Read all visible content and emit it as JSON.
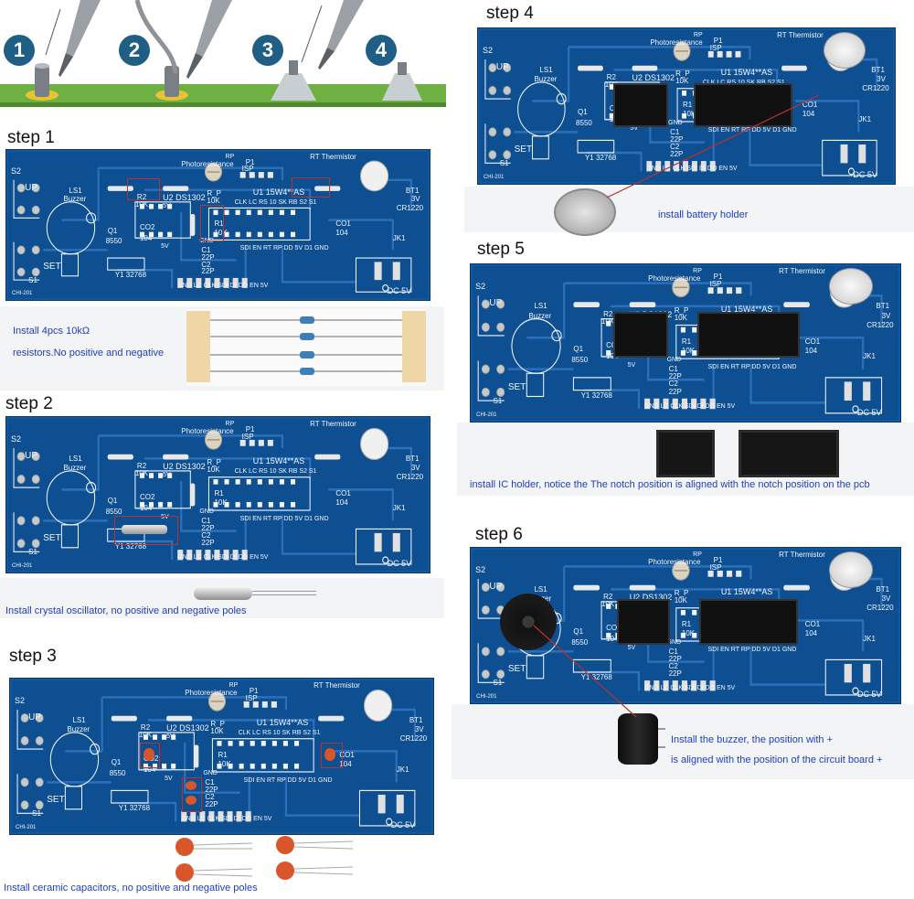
{
  "soldering_legend": {
    "markers": [
      "1",
      "2",
      "3",
      "4"
    ]
  },
  "board_labels": {
    "s2": "S2",
    "up": "UP",
    "ls1": "LS1",
    "buzzer": "Buzzer",
    "rp": "RP",
    "photoresistance": "Photoresistance",
    "p1": "P1",
    "isp": "ISP",
    "rt_thermistor": "RT Thermistor",
    "bt1": "BT1",
    "bt_voltage": "3V",
    "cr1220": "CR1220",
    "r2": "R2",
    "r2_value": "10K",
    "u2": "U2 DS1302",
    "rp_value": "R_P",
    "rp_ohm": "10K",
    "u1": "U1 15W4**AS",
    "pin_row_top": "CLK LC RS 10 SK RB S2 S1",
    "pin_row_top_left": "5V",
    "q1": "Q1",
    "q1_part": "8550",
    "co2": "CO2",
    "co2_value": "104",
    "r1": "R1",
    "r1_value": "10K",
    "co1": "CO1",
    "co1_value": "104",
    "c1": "C1",
    "c1_value": "22P",
    "c2": "C2",
    "c2_value": "22P",
    "gnd": "GND",
    "five_v": "5V",
    "pin_row_bottom": "SDI EN RT RP DD 5V D1 GND",
    "jk1": "JK1",
    "set": "SET",
    "s1": "S1",
    "y1": "Y1 32768",
    "header_row": "GND LC CLK SDI DI DO EN 5V",
    "dc": "DC 5V",
    "board_id": "CHI-201"
  },
  "steps": [
    {
      "title": "step 1",
      "caption_lines": [
        "Install 4pcs 10kΩ",
        "resistors.No positive and negative"
      ]
    },
    {
      "title": "step 2",
      "caption_lines": [
        "Install crystal oscillator, no positive and negative poles"
      ]
    },
    {
      "title": "step 3",
      "caption_lines": [
        "Install ceramic capacitors, no positive and negative poles"
      ]
    },
    {
      "title": "step 4",
      "caption_lines": [
        "install battery holder"
      ]
    },
    {
      "title": "step 5",
      "caption_lines": [
        "install IC holder, notice the The notch position is aligned with the notch position on the pcb"
      ]
    },
    {
      "title": "step 6",
      "caption_lines": [
        "Install the buzzer, the position with +",
        "is aligned with the position of the circuit board +"
      ]
    }
  ],
  "colors": {
    "pcb": "#0e4f91",
    "silkscreen": "#f2f6ff",
    "caption": "#1f3fbf",
    "callout": "#b8322e",
    "grass": "#6fb043"
  }
}
